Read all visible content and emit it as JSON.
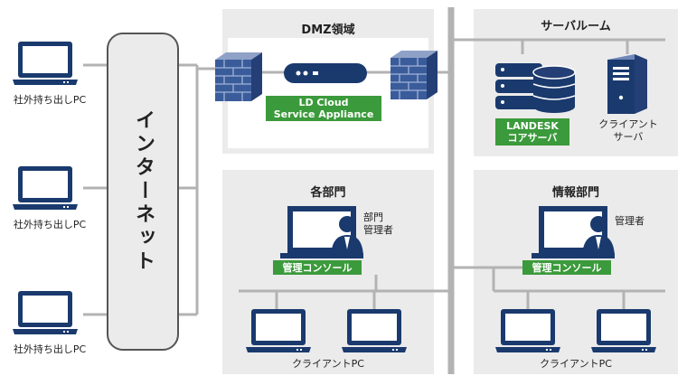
{
  "external_pc_label": "社外持ち出しPC",
  "internet_label": "インターネット",
  "dmz": {
    "title": "DMZ領域",
    "appliance_label": "LD Cloud\nService Appliance"
  },
  "server_room": {
    "title": "サーバルーム",
    "landesk_label": "LANDESK\nコアサーバ",
    "client_server_label": "クライアント\nサーバ"
  },
  "dept": {
    "title": "各部門",
    "admin_label": "部門\n管理者",
    "console_label": "管理コンソール",
    "client_pc_label": "クライアントPC"
  },
  "it_dept": {
    "title": "情報部門",
    "admin_label": "管理者",
    "console_label": "管理コンソール",
    "client_pc_label": "クライアントPC"
  },
  "colors": {
    "panel": "#ebebeb",
    "line": "#b3b3b3",
    "backbone": "#b3b3b3",
    "green": "#3b9a3b",
    "navy": "#1a3a6e"
  }
}
